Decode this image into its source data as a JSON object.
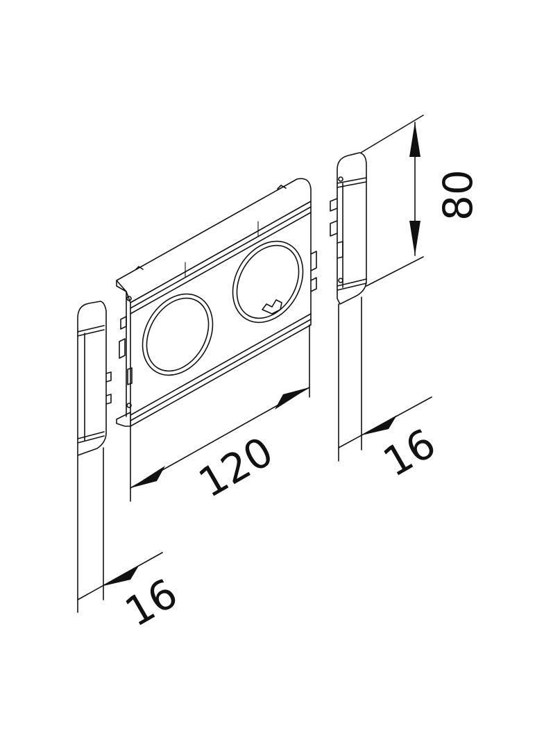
{
  "colors": {
    "line": "#111111",
    "background": "#ffffff"
  },
  "dimensions": {
    "width_main": "120",
    "height": "80",
    "end_cap_right": "16",
    "end_cap_left": "16"
  }
}
